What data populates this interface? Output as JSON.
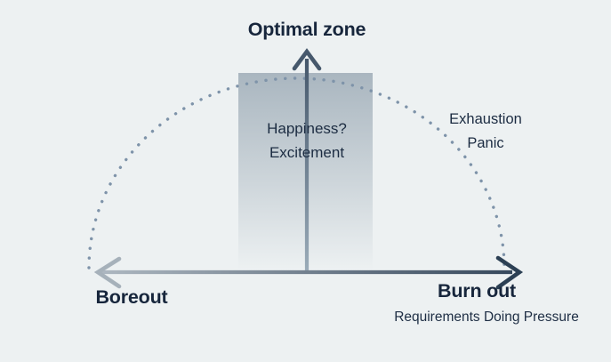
{
  "canvas": {
    "background": "#edf1f2"
  },
  "labels": {
    "optimal_zone": "Optimal zone",
    "boreout": "Boreout",
    "burn_out": "Burn out",
    "axis_caption": "Requirements Doing Pressure"
  },
  "center_zone": {
    "line1": "Happiness?",
    "line2": "Excitement"
  },
  "right_annotation": {
    "line1": "Exhaustion",
    "line2": "Panic"
  },
  "colors": {
    "text_dark": "#17263c",
    "arc_dots": "#7e93a9",
    "v_axis_top": "#44566a",
    "v_axis_bottom": "#9aabb8",
    "up_arrowhead": "#46586c",
    "h_axis_left": "#aeb8c1",
    "h_axis_right": "#36485c",
    "left_arrowhead": "#a6b1ba",
    "right_arrowhead": "#2c4054",
    "zone_rect_top": "#a6b3bd"
  }
}
